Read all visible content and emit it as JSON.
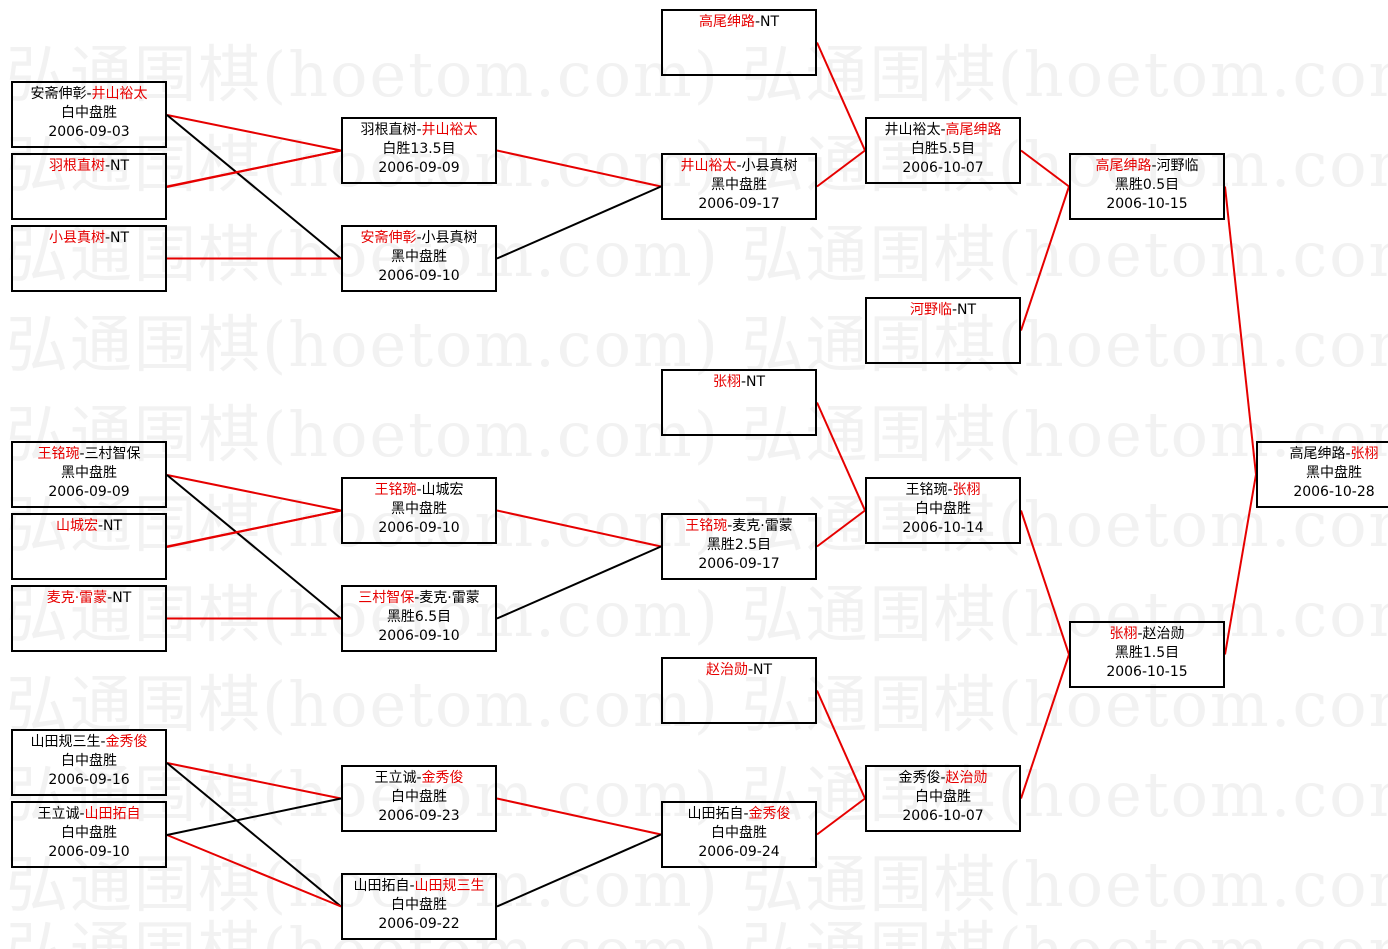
{
  "watermark": "弘通围棋(hoetom.com) 弘通围棋(hoetom.com) 弘",
  "colors": {
    "winner_text": "#e60000",
    "win_line": "#e60000",
    "loss_line": "#000000",
    "watermark": "#f2f2f2"
  },
  "bracket": {
    "r0": [
      {
        "a": "安斋伸彰",
        "b": "井山裕太",
        "winner": "b",
        "result": "白中盘胜",
        "date": "2006-09-03"
      },
      {
        "a": "羽根直树",
        "b": "NT",
        "winner": "a",
        "result": "",
        "date": ""
      },
      {
        "a": "小县真树",
        "b": "NT",
        "winner": "a",
        "result": "",
        "date": ""
      },
      {
        "a": "王铭琬",
        "b": "三村智保",
        "winner": "a",
        "result": "黑中盘胜",
        "date": "2006-09-09"
      },
      {
        "a": "山城宏",
        "b": "NT",
        "winner": "a",
        "result": "",
        "date": ""
      },
      {
        "a": "麦克·雷蒙",
        "b": "NT",
        "winner": "a",
        "result": "",
        "date": ""
      },
      {
        "a": "山田规三生",
        "b": "金秀俊",
        "winner": "b",
        "result": "白中盘胜",
        "date": "2006-09-16"
      },
      {
        "a": "王立诚",
        "b": "山田拓自",
        "winner": "b",
        "result": "白中盘胜",
        "date": "2006-09-10"
      }
    ],
    "r1": [
      {
        "a": "羽根直树",
        "b": "井山裕太",
        "winner": "b",
        "result": "白胜13.5目",
        "date": "2006-09-09"
      },
      {
        "a": "安斋伸彰",
        "b": "小县真树",
        "winner": "a",
        "result": "黑中盘胜",
        "date": "2006-09-10"
      },
      {
        "a": "王铭琬",
        "b": "山城宏",
        "winner": "a",
        "result": "黑中盘胜",
        "date": "2006-09-10"
      },
      {
        "a": "三村智保",
        "b": "麦克·雷蒙",
        "winner": "a",
        "result": "黑胜6.5目",
        "date": "2006-09-10"
      },
      {
        "a": "王立诚",
        "b": "金秀俊",
        "winner": "b",
        "result": "白中盘胜",
        "date": "2006-09-23"
      },
      {
        "a": "山田拓自",
        "b": "山田规三生",
        "winner": "b",
        "result": "白中盘胜",
        "date": "2006-09-22"
      }
    ],
    "r2": [
      {
        "a": "高尾绅路",
        "b": "NT",
        "winner": "a",
        "result": "",
        "date": ""
      },
      {
        "a": "井山裕太",
        "b": "小县真树",
        "winner": "a",
        "result": "黑中盘胜",
        "date": "2006-09-17"
      },
      {
        "a": "张栩",
        "b": "NT",
        "winner": "a",
        "result": "",
        "date": ""
      },
      {
        "a": "王铭琬",
        "b": "麦克·雷蒙",
        "winner": "a",
        "result": "黑胜2.5目",
        "date": "2006-09-17"
      },
      {
        "a": "赵治勋",
        "b": "NT",
        "winner": "a",
        "result": "",
        "date": ""
      },
      {
        "a": "山田拓自",
        "b": "金秀俊",
        "winner": "b",
        "result": "白中盘胜",
        "date": "2006-09-24"
      }
    ],
    "r3": [
      {
        "a": "井山裕太",
        "b": "高尾绅路",
        "winner": "b",
        "result": "白胜5.5目",
        "date": "2006-10-07"
      },
      {
        "a": "河野临",
        "b": "NT",
        "winner": "a",
        "result": "",
        "date": ""
      },
      {
        "a": "王铭琬",
        "b": "张栩",
        "winner": "b",
        "result": "白中盘胜",
        "date": "2006-10-14"
      },
      {
        "a": "金秀俊",
        "b": "赵治勋",
        "winner": "b",
        "result": "白中盘胜",
        "date": "2006-10-07"
      }
    ],
    "r4": [
      {
        "a": "高尾绅路",
        "b": "河野临",
        "winner": "a",
        "result": "黑胜0.5目",
        "date": "2006-10-15"
      },
      {
        "a": "张栩",
        "b": "赵治勋",
        "winner": "a",
        "result": "黑胜1.5目",
        "date": "2006-10-15"
      }
    ],
    "r5": [
      {
        "a": "高尾绅路",
        "b": "张栩",
        "winner": "b",
        "result": "黑中盘胜",
        "date": "2006-10-28"
      }
    ]
  }
}
